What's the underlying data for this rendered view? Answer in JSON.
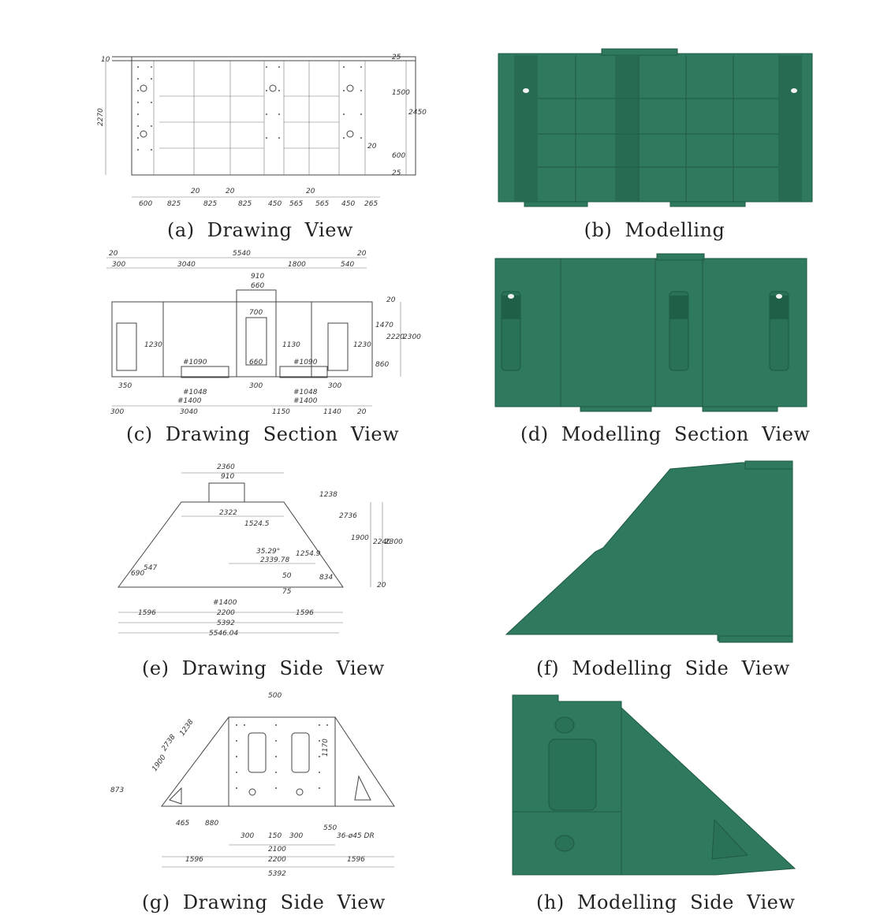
{
  "captions": {
    "a": "(a)  Drawing  View",
    "b": "(b)  Modelling",
    "c": "(c)  Drawing  Section  View",
    "d": "(d)  Modelling  Section  View",
    "e": "(e)  Drawing  Side  View",
    "f": "(f)  Modelling  Side  View",
    "g": "(g)  Drawing  Side  View",
    "h": "(h)  Modelling  Side  View"
  },
  "drawing_a": {
    "dims_bottom": [
      "600",
      "825",
      "825",
      "825",
      "450",
      "565",
      "565",
      "450",
      "265"
    ],
    "dims_right": [
      "25",
      "1500",
      "2450",
      "600",
      "25"
    ],
    "dim_left": "2270",
    "dim_top_left": "10",
    "small_20": "20"
  },
  "drawing_c": {
    "top": [
      "20",
      "5540",
      "20"
    ],
    "row2": [
      "300",
      "3040",
      "1800",
      "540"
    ],
    "inner": [
      "910",
      "660",
      "700",
      "1130",
      "1230",
      "1230",
      "#1090",
      "#1090",
      "#1048",
      "#1400",
      "#1048",
      "#1400",
      "660",
      "300",
      "350",
      "300",
      "1470",
      "2220",
      "2300",
      "860",
      "20"
    ],
    "bottom": [
      "300",
      "3040",
      "1150",
      "1140",
      "20"
    ]
  },
  "drawing_e": {
    "dims": [
      "2360",
      "910",
      "2322",
      "1524.5",
      "35.29°",
      "2339.78",
      "547",
      "690",
      "1254.9",
      "834",
      "#1400",
      "2200",
      "1596",
      "1596",
      "5392",
      "5546.04",
      "1238",
      "2736",
      "1900",
      "2240",
      "2300",
      "20",
      "50",
      "75"
    ]
  },
  "drawing_g": {
    "dims": [
      "500",
      "2738",
      "1238",
      "1900",
      "873",
      "465",
      "880",
      "300",
      "150",
      "300",
      "2100",
      "2200",
      "1596",
      "1596",
      "5392",
      "550",
      "36-ø45 DR",
      "1170"
    ]
  }
}
